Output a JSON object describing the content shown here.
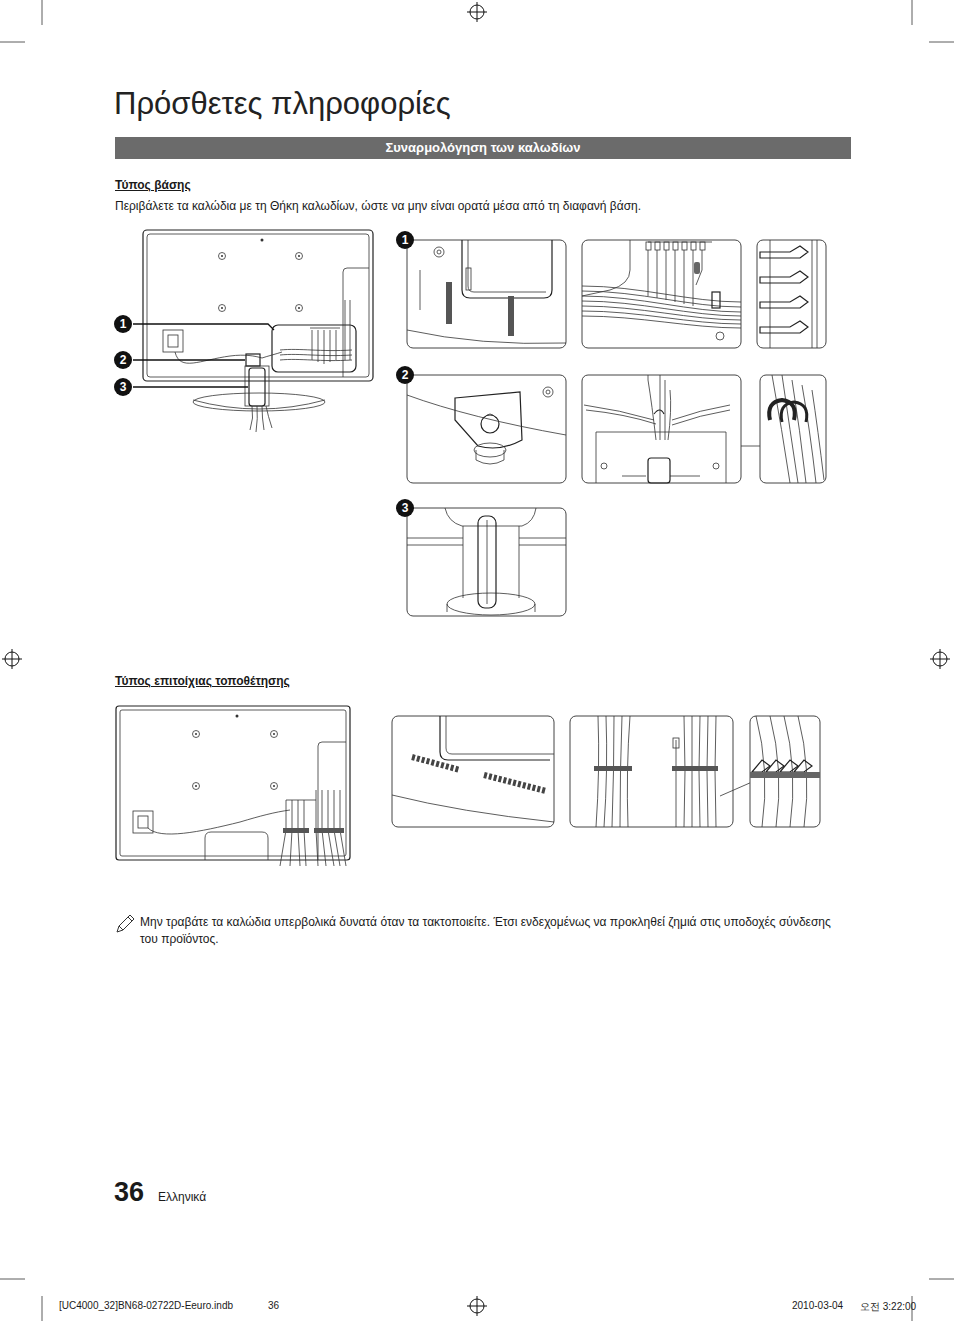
{
  "diagram": {
    "title": "Πρόσθετες πληροφορίες",
    "nodes": [
      {
        "text": [
          "Συναρμολόγηση των καλωδίων"
        ]
      },
      {
        "text": [
          "1"
        ]
      },
      {
        "text": [
          "2"
        ]
      },
      {
        "text": [
          "3"
        ]
      },
      {
        "text": [
          "1"
        ]
      },
      {
        "text": [
          "2"
        ]
      },
      {
        "text": [
          "3"
        ]
      }
    ],
    "labels": [
      "Τύπος βάσης",
      "Περιβάλετε τα καλώδια με τη Θήκη καλωδίων, ώστε να μην είναι ορατά μέσα από τη διαφανή βάση.",
      "Τύπος επιτοίχιας τοποθέτησης",
      "Μην τραβάτε τα καλώδια υπερβολικά δυνατά όταν τα τακτοποιείτε. Έτσι ενδεχομένως να προκληθεί ζημιά στις υποδοχές σύνδεσης του προϊόντος.",
      "36",
      "Ελληνικά",
      "[UC4000_32]BN68-02722D-Eeuro.indb",
      "36",
      "2010-03-04",
      "오전 3:22:00"
    ]
  }
}
